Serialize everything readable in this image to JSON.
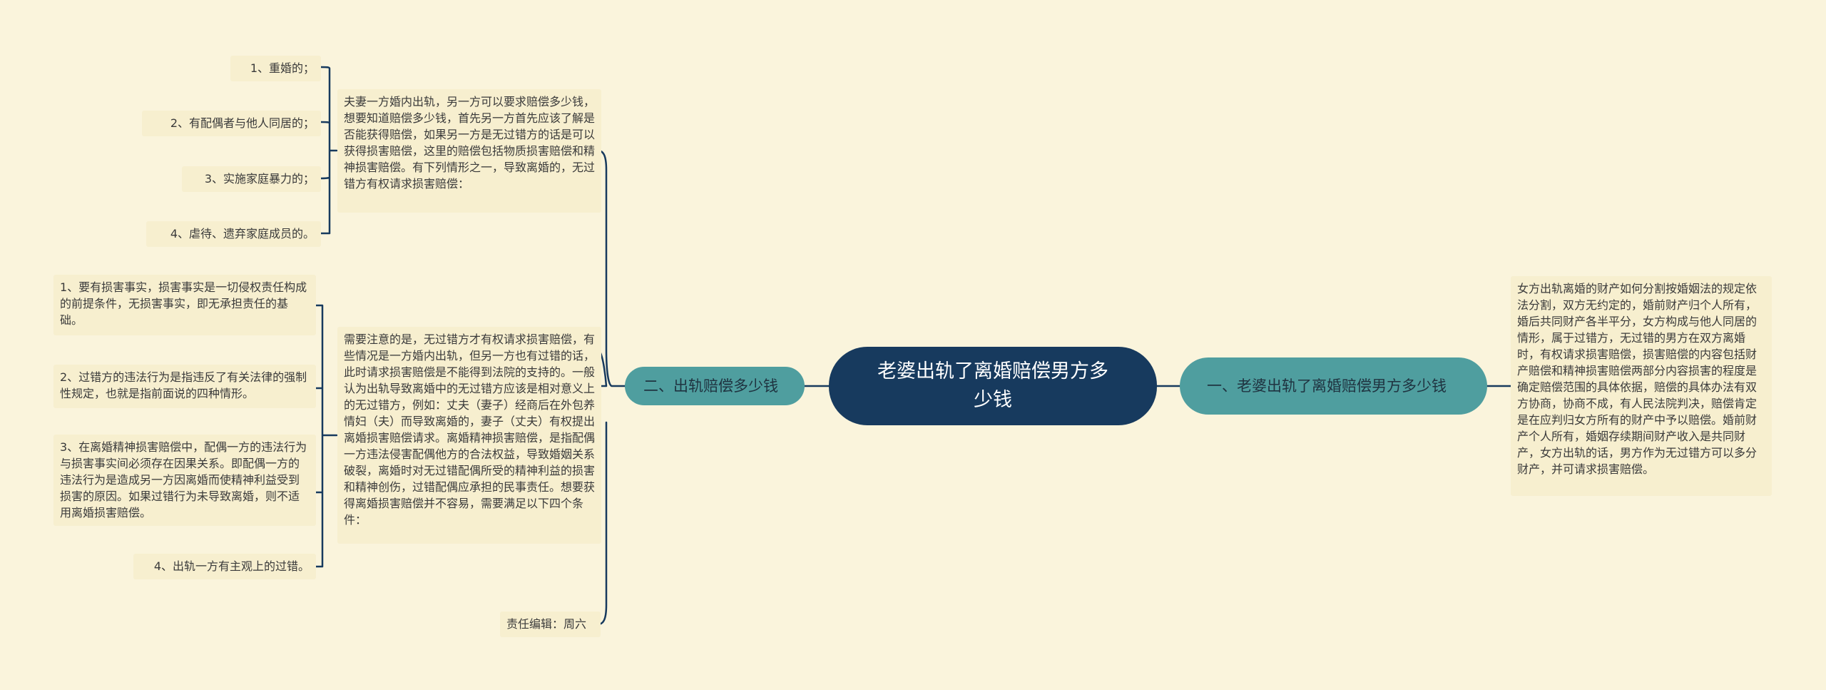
{
  "root": {
    "title": "老婆出轨了离婚赔偿男方多少钱"
  },
  "branches": {
    "right": {
      "label": "一、老婆出轨了离婚赔偿男方多少钱",
      "content": "女方出轨离婚的财产如何分割按婚姻法的规定依法分割，双方无约定的，婚前财产归个人所有，婚后共同财产各半平分，女方构成与他人同居的情形，属于过错方，无过错的男方在双方离婚时，有权请求损害赔偿，损害赔偿的内容包括财产赔偿和精神损害赔偿两部分内容损害的程度是确定赔偿范围的具体依据，赔偿的具体办法有双方协商，协商不成，有人民法院判决，赔偿肯定是在应判归女方所有的财产中予以赔偿。婚前财产个人所有，婚姻存续期间财产收入是共同财产，女方出轨的话，男方作为无过错方可以多分财产，并可请求损害赔偿。"
    },
    "left": {
      "label": "二、出轨赔偿多少钱",
      "para1": {
        "text": "夫妻一方婚内出轨，另一方可以要求赔偿多少钱，想要知道赔偿多少钱，首先另一方首先应该了解是否能获得赔偿，如果另一方是无过错方的话是可以获得损害赔偿，这里的赔偿包括物质损害赔偿和精神损害赔偿。有下列情形之一，导致离婚的，无过错方有权请求损害赔偿：",
        "items": [
          "1、重婚的；",
          "2、有配偶者与他人同居的；",
          "3、实施家庭暴力的；",
          "4、虐待、遗弃家庭成员的。"
        ]
      },
      "para2": {
        "text": "需要注意的是，无过错方才有权请求损害赔偿，有些情况是一方婚内出轨，但另一方也有过错的话，此时请求损害赔偿是不能得到法院的支持的。一般认为出轨导致离婚中的无过错方应该是相对意义上的无过错方，例如：丈夫（妻子）经商后在外包养情妇（夫）而导致离婚的，妻子（丈夫）有权提出离婚损害赔偿请求。离婚精神损害赔偿，是指配偶一方违法侵害配偶他方的合法权益，导致婚姻关系破裂，离婚时对无过错配偶所受的精神利益的损害和精神创伤，过错配偶应承担的民事责任。想要获得离婚损害赔偿并不容易，需要满足以下四个条件：",
        "items": [
          "1、要有损害事实，损害事实是一切侵权责任构成的前提条件，无损害事实，即无承担责任的基础。",
          "2、过错方的违法行为是指违反了有关法律的强制性规定，也就是指前面说的四种情形。",
          "3、在离婚精神损害赔偿中，配偶一方的违法行为与损害事实间必须存在因果关系。即配偶一方的违法行为是造成另一方因离婚而使精神利益受到损害的原因。如果过错行为未导致离婚，则不适用离婚损害赔偿。",
          "4、出轨一方有主观上的过错。"
        ]
      },
      "editor": "责任编辑：周六"
    }
  },
  "colors": {
    "background": "#faf4dc",
    "root": "#173a5e",
    "branch": "#4f9e9f",
    "leaf": "#f7efcf",
    "line": "#173a5e"
  }
}
